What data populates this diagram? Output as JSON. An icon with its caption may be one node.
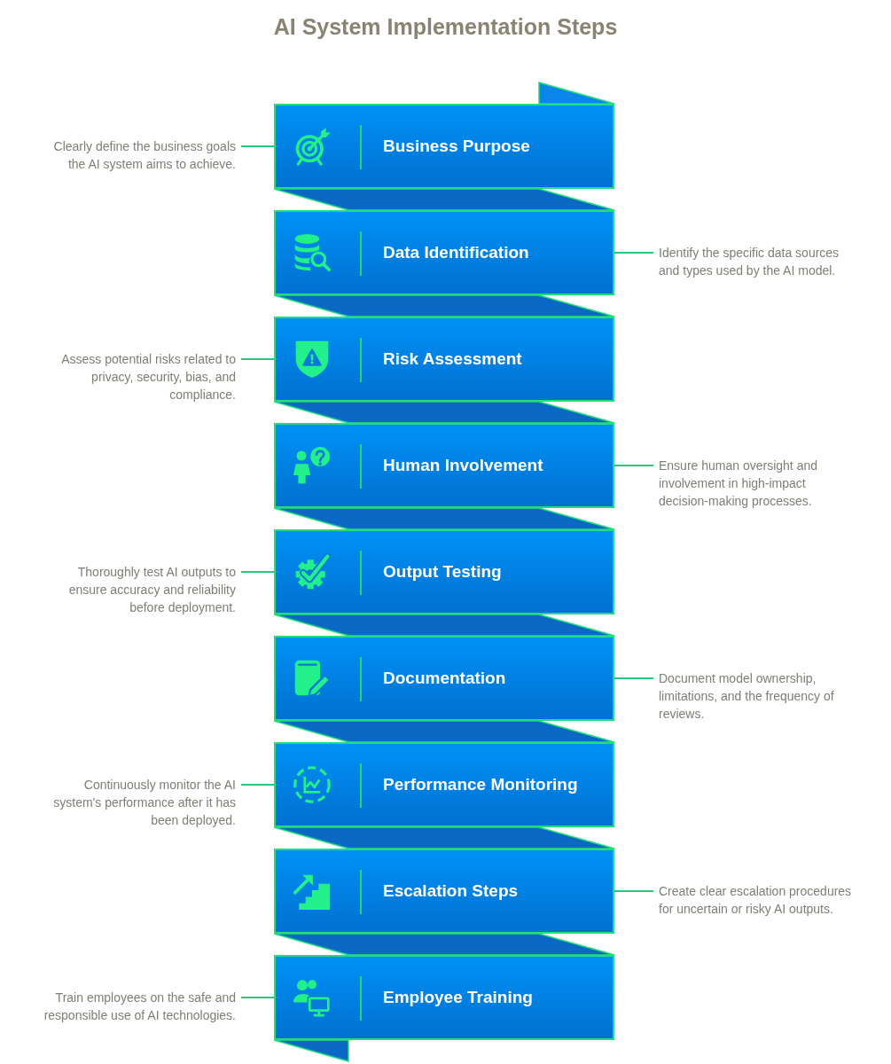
{
  "diagram": {
    "title": "AI System Implementation Steps",
    "nodes": [
      {
        "text": [
          "Business Purpose"
        ]
      },
      {
        "text": [
          "Clearly define the business goals the AI system aims to achieve."
        ]
      },
      {
        "text": [
          "Data Identification"
        ]
      },
      {
        "text": [
          "Identify the specific data sources and types used by the AI model."
        ]
      },
      {
        "text": [
          "Risk Assessment"
        ]
      },
      {
        "text": [
          "Assess potential risks related to privacy, security, bias, and compliance."
        ]
      },
      {
        "text": [
          "Human Involvement"
        ]
      },
      {
        "text": [
          "Ensure human oversight and involvement in high-impact decision-making processes."
        ]
      },
      {
        "text": [
          "Output Testing"
        ]
      },
      {
        "text": [
          "Thoroughly test AI outputs to ensure accuracy and reliability before deployment."
        ]
      },
      {
        "text": [
          "Documentation"
        ]
      },
      {
        "text": [
          "Document model ownership, limitations, and the frequency of reviews."
        ]
      },
      {
        "text": [
          "Performance Monitoring"
        ]
      },
      {
        "text": [
          "Continuously monitor the AI system's performance after it has been deployed."
        ]
      },
      {
        "text": [
          "Escalation Steps"
        ]
      },
      {
        "text": [
          "Create clear escalation procedures for uncertain or risky AI outputs."
        ]
      },
      {
        "text": [
          "Employee Training"
        ]
      },
      {
        "text": [
          "Train employees on the safe and responsible use of AI technologies."
        ]
      }
    ],
    "edges": [
      {
        "from": 1,
        "to": 0,
        "arrow": "none"
      },
      {
        "from": 3,
        "to": 2,
        "arrow": "none"
      },
      {
        "from": 5,
        "to": 4,
        "arrow": "none"
      },
      {
        "from": 7,
        "to": 6,
        "arrow": "none"
      },
      {
        "from": 9,
        "to": 8,
        "arrow": "none"
      },
      {
        "from": 11,
        "to": 10,
        "arrow": "none"
      },
      {
        "from": 13,
        "to": 12,
        "arrow": "none"
      },
      {
        "from": 15,
        "to": 14,
        "arrow": "none"
      },
      {
        "from": 17,
        "to": 16,
        "arrow": "none"
      }
    ]
  }
}
